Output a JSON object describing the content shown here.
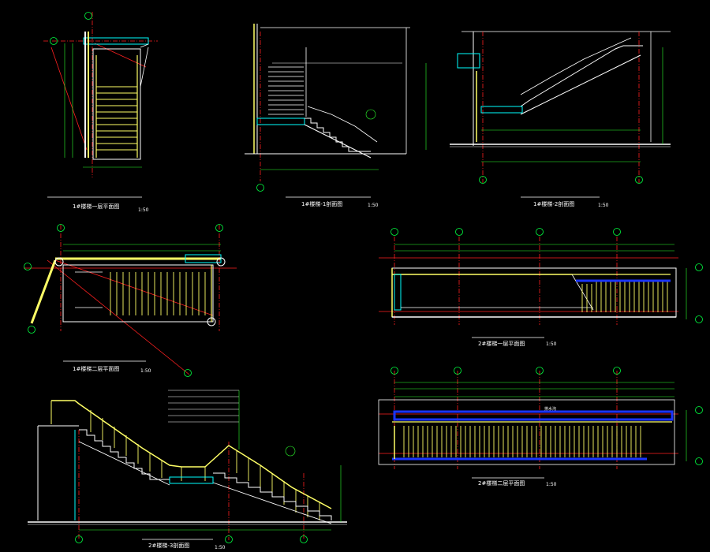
{
  "drawing": {
    "background": "#000000",
    "colors": {
      "line_white": "#ffffff",
      "stair_yellow": "#ffff66",
      "wall_cyan": "#00ffff",
      "grid_red": "#ff2020",
      "axis_green": "#00ff40",
      "tread_blue": "#1a35ff",
      "dim_green": "#2cff2c"
    },
    "views": [
      {
        "title": "1#楼梯一层平面图",
        "scale": "1:50"
      },
      {
        "title": "1#楼梯-1剖面图",
        "scale": "1:50"
      },
      {
        "title": "1#楼梯-2剖面图",
        "scale": "1:50"
      },
      {
        "title": "1#楼梯二层平面图",
        "scale": "1:50"
      },
      {
        "title": "2#楼梯一层平面图",
        "scale": "1:50"
      },
      {
        "title": "2#楼梯二层平面图",
        "scale": "1:50"
      },
      {
        "title": "2#楼梯-3剖面图",
        "scale": "1:50"
      }
    ],
    "notes": {
      "gutter_label": "排水沟"
    }
  }
}
